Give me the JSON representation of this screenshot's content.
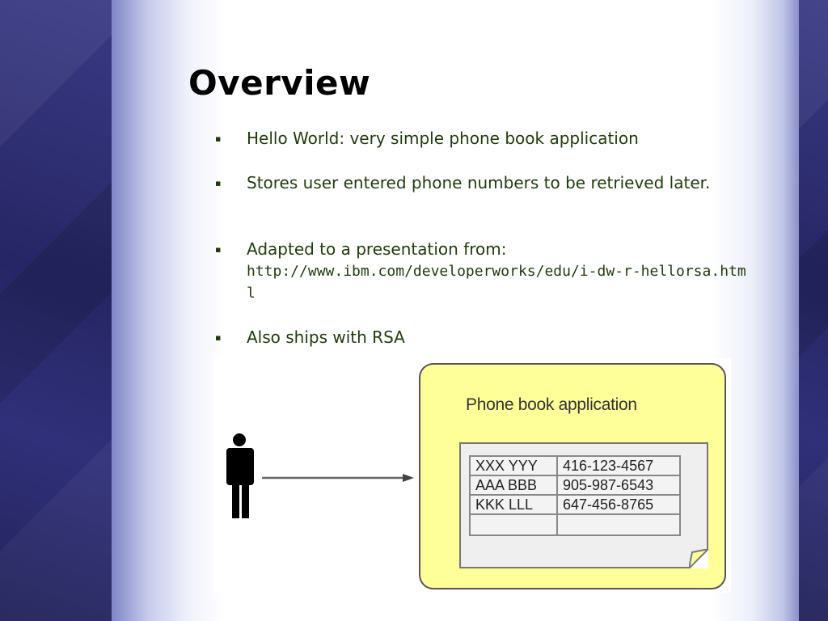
{
  "slide": {
    "title": "Overview",
    "bullets": [
      {
        "text": "Hello World: very simple phone book application"
      },
      {
        "text": "Stores user entered phone numbers to be retrieved later."
      },
      {
        "text": "Adapted to a presentation from:",
        "link": "http://www.ibm.com/developerworks/edu/i-dw-r-hellorsa.html"
      },
      {
        "text": "Also ships with RSA"
      }
    ],
    "bullet_marker": "▪"
  },
  "diagram": {
    "app_title": "Phone book application",
    "entries": [
      {
        "name": "XXX YYY",
        "number": "416-123-4567"
      },
      {
        "name": "AAA BBB",
        "number": "905-987-6543"
      },
      {
        "name": "KKK LLL",
        "number": "647-456-8765"
      },
      {
        "name": "",
        "number": ""
      }
    ]
  },
  "colors": {
    "bullet_text": "#1f3b0a",
    "app_box_fill": "#ffff99"
  }
}
